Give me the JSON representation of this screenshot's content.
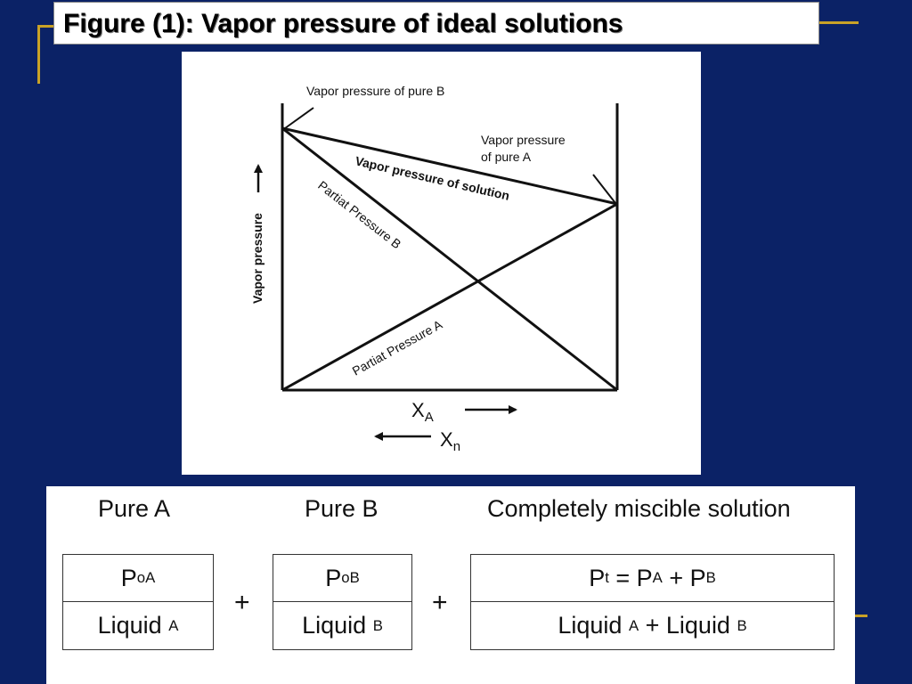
{
  "slide": {
    "title": "Figure (1): Vapor pressure of ideal solutions",
    "colors": {
      "background": "#0b2266",
      "accent": "#c9a227",
      "panel": "#ffffff"
    }
  },
  "diagram": {
    "labels": {
      "pure_b": "Vapor pressure of pure B",
      "pure_a_line1": "Vapor pressure",
      "pure_a_line2": "of pure A",
      "solution": "Vapor pressure of solution",
      "partial_b": "Partiat Pressure B",
      "partial_a": "Partiat Pressure A",
      "y_axis": "Vapor pressure",
      "x_a": "X",
      "x_a_sub": "A",
      "x_n": "X",
      "x_n_sub": "n"
    }
  },
  "table": {
    "headers": [
      "Pure A",
      "Pure B",
      "Completely miscible solution"
    ],
    "pure_a": {
      "p": "P",
      "p_sup": "o",
      "p_sub": "A",
      "liquid": "Liquid",
      "liquid_sub": "A"
    },
    "pure_b": {
      "p": "P",
      "p_sup": "o",
      "p_sub": "B",
      "liquid": "Liquid",
      "liquid_sub": "B"
    },
    "solution": {
      "p_t": "P",
      "p_t_sub": "t",
      "eq": " = ",
      "p_a": "P",
      "p_a_sub": "A",
      "plus": " + ",
      "p_b": "P",
      "p_b_sub": "B",
      "liquid_a": "Liquid",
      "liquid_a_sub": "A",
      "liquid_plus": " + ",
      "liquid_b": "Liquid",
      "liquid_b_sub": "B"
    },
    "plus_sign": "+"
  }
}
